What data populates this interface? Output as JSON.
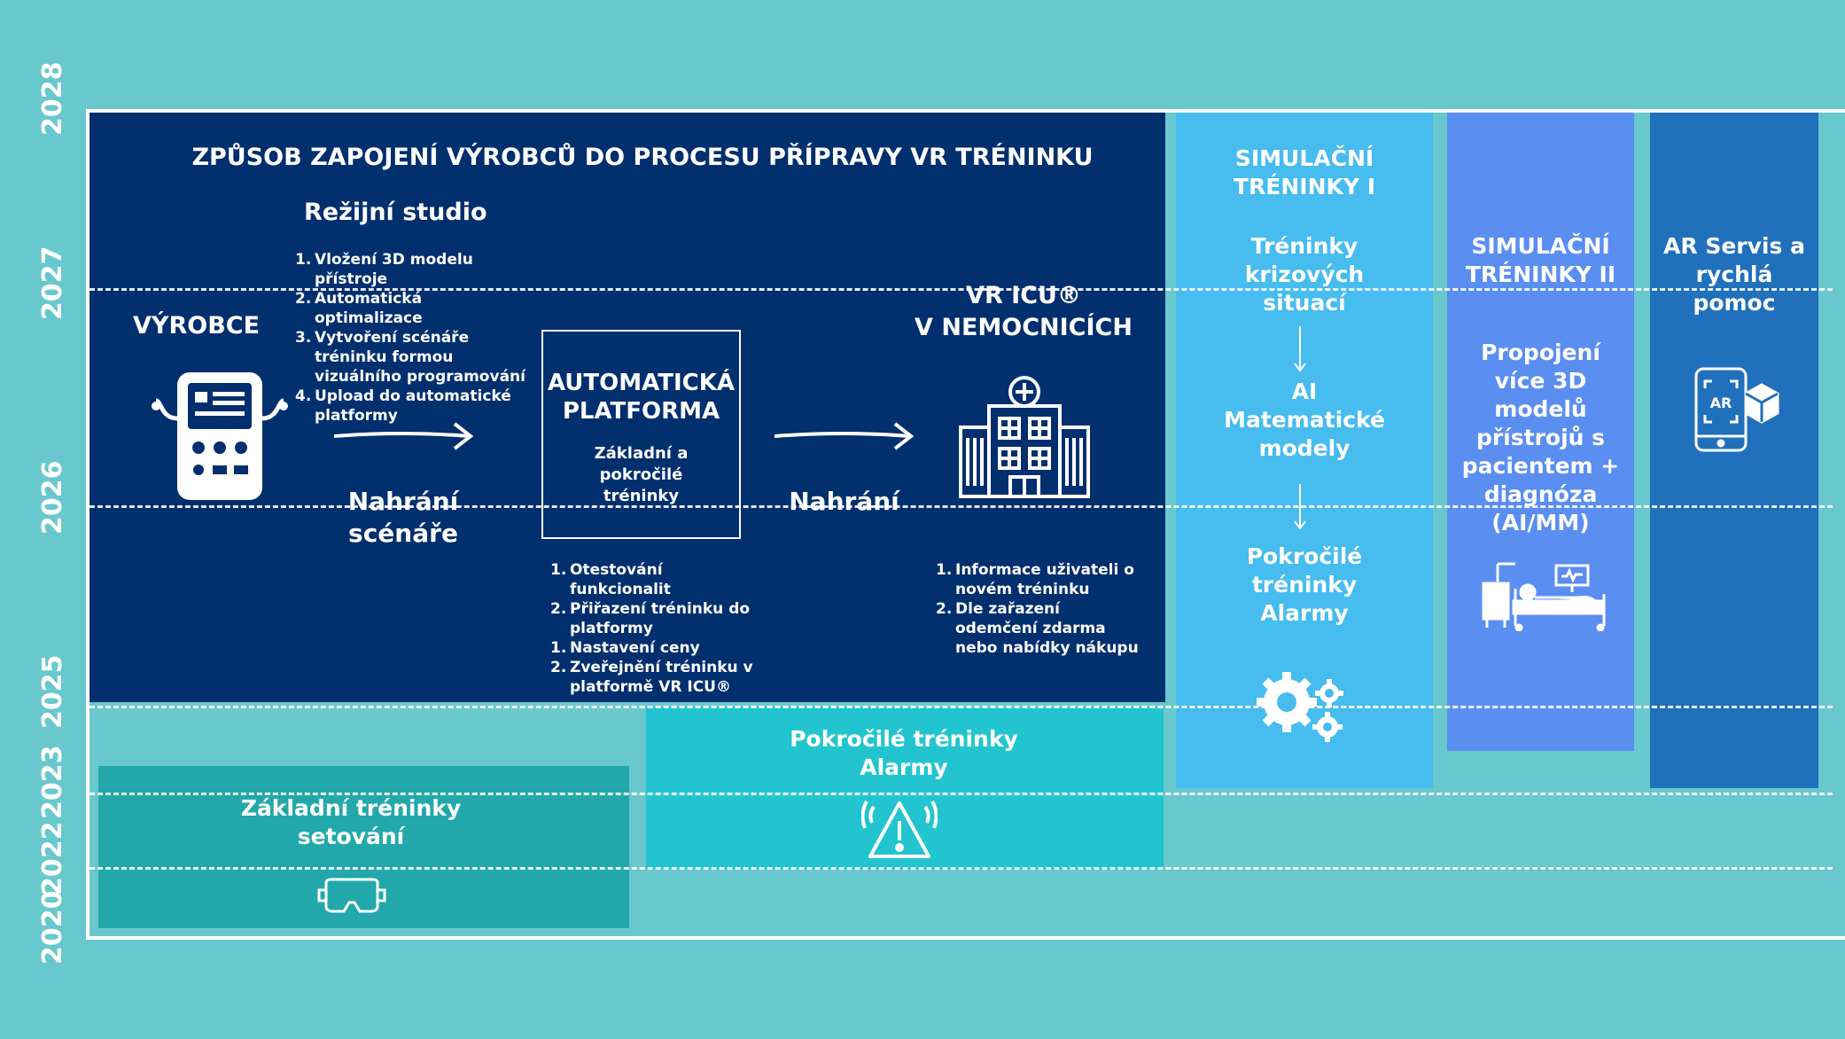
{
  "years": [
    "2028",
    "2027",
    "2026",
    "2025",
    "2023",
    "2022",
    "2020"
  ],
  "main": {
    "title": "ZPŮSOB ZAPOJENÍ VÝROBCŮ DO PROCESU PŘÍPRAVY VR TRÉNINKU",
    "rezijni_studio": "Režijní studio",
    "studio_steps": [
      "Vložení 3D modelu přístroje",
      "Automatická optimalizace",
      "Vytvoření scénáře tréninku formou vizuálního programování",
      "Upload do automatické platformy"
    ],
    "studio_numbers": [
      "1.",
      "2.",
      "3.",
      "4."
    ],
    "vyrobce": "VÝROBCE",
    "upload_label_1": "Nahrání",
    "upload_label_2": "scénáře",
    "platform_title_1": "AUTOMATICKÁ",
    "platform_title_2": "PLATFORMA",
    "platform_sub": "Základní a pokročilé tréninky",
    "platform_steps": [
      "Otestování funkcionalit",
      "Přiřazení tréninku do platformy",
      "Nastavení ceny",
      "Zveřejnění tréninku v platformě VR ICU®"
    ],
    "platform_numbers": [
      "1.",
      "2.",
      "1.",
      "2."
    ],
    "upload2": "Nahrání",
    "vricu_1": "VR ICU®",
    "vricu_2": "V NEMOCNICÍCH",
    "hospital_steps": [
      "Informace uživateli o novém tréninku",
      "Dle zařazení odemčení zdarma nebo nabídky nákupu"
    ],
    "hospital_numbers": [
      "1.",
      "2."
    ]
  },
  "sim1": {
    "title": "SIMULAČNÍ TRÉNINKY I",
    "item1": "Tréninky krizových situací",
    "item2": "AI Matematické modely",
    "item3": "Pokročilé tréninky Alarmy"
  },
  "sim2": {
    "title": "SIMULAČNÍ TRÉNINKY II",
    "text": "Propojení více 3D modelů přístrojů s pacientem + diagnóza (AI/MM)"
  },
  "ar": {
    "title": "AR Servis a rychlá pomoc",
    "icon_text": "AR"
  },
  "advanced": {
    "title": "Pokročilé tréninky Alarmy"
  },
  "basic": {
    "title": "Základní tréninky setování"
  },
  "colors": {
    "background": "#68c8cd",
    "main_panel": "#022f6e",
    "sim1": "#46bcef",
    "sim2": "#5a8ef0",
    "ar": "#2170bb",
    "advanced": "#22c5cf",
    "basic": "#22a8aa"
  },
  "icons": [
    "ventilator-icon",
    "arrow-right-icon",
    "hospital-icon",
    "arrow-down-icon",
    "gears-icon",
    "hospital-bed-icon",
    "ar-phone-icon",
    "alarm-warning-icon",
    "vr-headset-icon"
  ]
}
